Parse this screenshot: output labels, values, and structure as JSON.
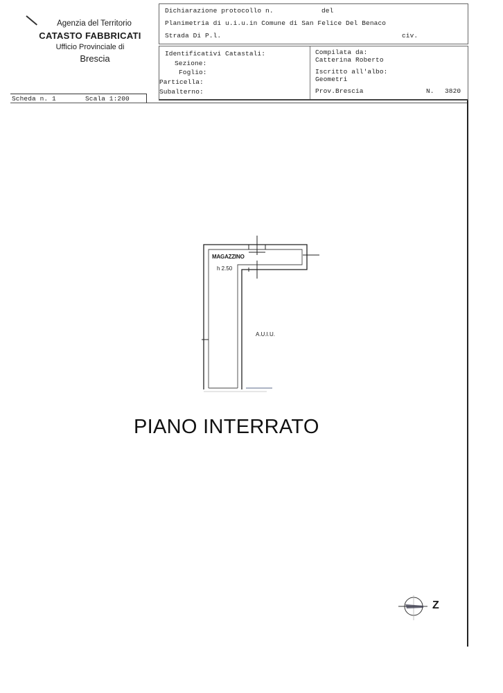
{
  "header": {
    "agency": {
      "line1": "Agenzia del Territorio",
      "line2": "CATASTO FABBRICATI",
      "line3": "Ufficio Provinciale di",
      "line4": "Brescia"
    },
    "declaration": {
      "protocol_label": "Dichiarazione protocollo n.",
      "date_label": "del",
      "planimetry_text": "Planimetria di u.i.u.in Comune di San Felice Del Benaco",
      "street": "Strada Di P.l.",
      "civic_label": "civ."
    },
    "identifiers": {
      "title": "Identificativi Catastali:",
      "sezione_label": "Sezione:",
      "foglio_label": "Foglio:",
      "particella_label": "Particella:",
      "subalterno_label": "Subalterno:"
    },
    "compiler": {
      "compiled_by_label": "Compilata da:",
      "compiled_by_name": "Catterina Roberto",
      "registered_label": "Iscritto all'albo:",
      "registered_value": "Geometri",
      "province": "Prov.Brescia",
      "number_label": "N.",
      "number_value": "3820"
    },
    "sheet": {
      "scheda": "Scheda n. 1",
      "scala": "Scala 1:200"
    }
  },
  "plan": {
    "room_name": "MAGAZZINO",
    "room_height": "h 2.50",
    "adjacent_label": "A.U.I.U.",
    "floor_title": "PIANO INTERRATO",
    "north_label": "Z",
    "north_icon": "compass-icon"
  },
  "colors": {
    "ink": "#1a1a1a",
    "line": "#333333",
    "paper": "#ffffff"
  }
}
